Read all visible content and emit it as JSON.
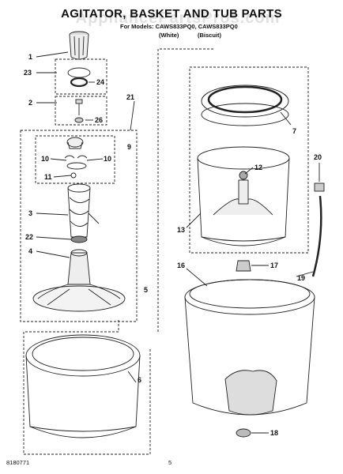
{
  "page": {
    "title": "AGITATOR, BASKET AND TUB PARTS",
    "models_label": "For Models: CAWS833PQ0, CAWS833PQ0",
    "color_white": "(White)",
    "color_biscuit": "(Biscuit)",
    "doc_number": "8180771",
    "page_number": "5",
    "watermark": "AppliancePartsPros.com"
  },
  "colors": {
    "line": "#222222",
    "part_fill": "#eeeeee",
    "dark": "#444444"
  },
  "callouts": [
    "1",
    "23",
    "24",
    "2",
    "26",
    "21",
    "9",
    "10",
    "10",
    "11",
    "3",
    "22",
    "4",
    "5",
    "6",
    "7",
    "12",
    "13",
    "16",
    "17",
    "18",
    "19",
    "20"
  ]
}
